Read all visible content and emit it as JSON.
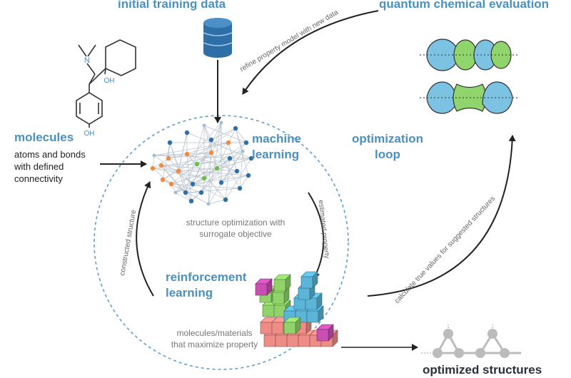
{
  "labels": {
    "initial_training_data": "initial training data",
    "quantum_chemical_evaluation": "quantum chemical evaluation",
    "molecules_title": "molecules",
    "molecules_desc": "atoms and bonds with defined connectivity",
    "machine_learning": "machine learning",
    "optimization_loop": "optimization loop",
    "structure_optimization": "structure optimization with surrogate objective",
    "reinforcement_learning": "reinforcement learning",
    "molecules_materials": "molecules/materials that maximize property",
    "optimized_structures": "optimized structures"
  },
  "arrow_labels": {
    "refine": "refine property model with new data",
    "estimated_property": "estimated property",
    "constructed_structure": "constructed structure",
    "calculate_true_values": "calculate true values for suggested structures"
  },
  "molecule_labels": {
    "nitrogen": "N",
    "hydroxyl_top": "OH",
    "hydroxyl_bottom": "OH"
  },
  "colors": {
    "accent_blue": "#4a90c0",
    "heading_dark": "#2a3040",
    "loop_dash": "#5aa0d0",
    "node_orange": "#f08a3c",
    "node_green": "#6abf4b",
    "node_blue": "#2f6fa8",
    "block_magenta": "#c94fb3",
    "block_green": "#8fd36a",
    "block_cyan": "#5bb5d8",
    "block_salmon": "#f08c86",
    "orbital_blue": "#7cc3e3",
    "orbital_green": "#8fd56b"
  }
}
